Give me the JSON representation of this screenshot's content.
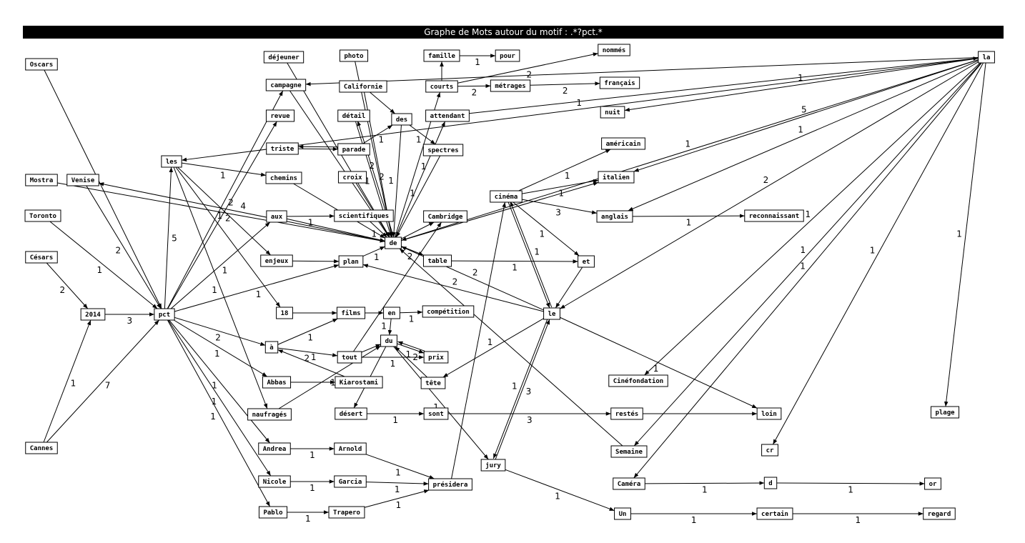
{
  "title": "Graphe de Mots autour du motif : .*?pct.*",
  "nodes": [
    {
      "id": "Oscars",
      "label": "Oscars"
    },
    {
      "id": "Mostra",
      "label": "Mostra"
    },
    {
      "id": "Venise",
      "label": "Venise"
    },
    {
      "id": "Toronto",
      "label": "Toronto"
    },
    {
      "id": "Cesars",
      "label": "Césars"
    },
    {
      "id": "2014",
      "label": "2014"
    },
    {
      "id": "Cannes",
      "label": "Cannes"
    },
    {
      "id": "pct",
      "label": "pct"
    },
    {
      "id": "les",
      "label": "les"
    },
    {
      "id": "dejeuner",
      "label": "déjeuner"
    },
    {
      "id": "campagne",
      "label": "campagne"
    },
    {
      "id": "revue",
      "label": "revue"
    },
    {
      "id": "triste",
      "label": "triste"
    },
    {
      "id": "chemins",
      "label": "chemins"
    },
    {
      "id": "aux",
      "label": "aux"
    },
    {
      "id": "enjeux",
      "label": "enjeux"
    },
    {
      "id": "18",
      "label": "18"
    },
    {
      "id": "a",
      "label": "à"
    },
    {
      "id": "Abbas",
      "label": "Abbas"
    },
    {
      "id": "naufrages",
      "label": "naufragés"
    },
    {
      "id": "Andrea",
      "label": "Andrea"
    },
    {
      "id": "Nicole",
      "label": "Nicole"
    },
    {
      "id": "Pablo",
      "label": "Pablo"
    },
    {
      "id": "photo",
      "label": "photo"
    },
    {
      "id": "Californie",
      "label": "Californie"
    },
    {
      "id": "detail",
      "label": "détail"
    },
    {
      "id": "parade",
      "label": "parade"
    },
    {
      "id": "croix",
      "label": "croix"
    },
    {
      "id": "scientifiques",
      "label": "scientifiques"
    },
    {
      "id": "plan",
      "label": "plan"
    },
    {
      "id": "films",
      "label": "films"
    },
    {
      "id": "tout",
      "label": "tout"
    },
    {
      "id": "Kiarostami",
      "label": "Kiarostami"
    },
    {
      "id": "desert",
      "label": "désert"
    },
    {
      "id": "Arnold",
      "label": "Arnold"
    },
    {
      "id": "Garcia",
      "label": "Garcia"
    },
    {
      "id": "Trapero",
      "label": "Trapero"
    },
    {
      "id": "famille",
      "label": "famille"
    },
    {
      "id": "pour",
      "label": "pour"
    },
    {
      "id": "courts",
      "label": "courts"
    },
    {
      "id": "metrages",
      "label": "métrages"
    },
    {
      "id": "des",
      "label": "des"
    },
    {
      "id": "attendant",
      "label": "attendant"
    },
    {
      "id": "spectres",
      "label": "spectres"
    },
    {
      "id": "de",
      "label": "de"
    },
    {
      "id": "Cambridge",
      "label": "Cambridge"
    },
    {
      "id": "table",
      "label": "table"
    },
    {
      "id": "en",
      "label": "en"
    },
    {
      "id": "competition",
      "label": "compétition"
    },
    {
      "id": "du",
      "label": "du"
    },
    {
      "id": "prix",
      "label": "prix"
    },
    {
      "id": "tete",
      "label": "tête"
    },
    {
      "id": "sont",
      "label": "sont"
    },
    {
      "id": "jury",
      "label": "jury"
    },
    {
      "id": "presidera",
      "label": "présidera"
    },
    {
      "id": "nommes",
      "label": "nommés"
    },
    {
      "id": "francais",
      "label": "français"
    },
    {
      "id": "nuit",
      "label": "nuit"
    },
    {
      "id": "americain",
      "label": "américain"
    },
    {
      "id": "italien",
      "label": "italien"
    },
    {
      "id": "cinema",
      "label": "cinéma"
    },
    {
      "id": "anglais",
      "label": "anglais"
    },
    {
      "id": "et",
      "label": "et"
    },
    {
      "id": "le",
      "label": "le"
    },
    {
      "id": "reconnaissant",
      "label": "reconnaissant"
    },
    {
      "id": "Cinefondation",
      "label": "Cinéfondation"
    },
    {
      "id": "restes",
      "label": "restés"
    },
    {
      "id": "loin",
      "label": "loin"
    },
    {
      "id": "Semaine",
      "label": "Semaine"
    },
    {
      "id": "cr",
      "label": "cr"
    },
    {
      "id": "Camera",
      "label": "Caméra"
    },
    {
      "id": "d",
      "label": "d"
    },
    {
      "id": "or",
      "label": "or"
    },
    {
      "id": "Un",
      "label": "Un"
    },
    {
      "id": "certain",
      "label": "certain"
    },
    {
      "id": "regard",
      "label": "regard"
    },
    {
      "id": "la",
      "label": "la"
    },
    {
      "id": "plage",
      "label": "plage"
    }
  ],
  "edges": [
    {
      "from": "2014",
      "to": "pct",
      "weight": "3"
    },
    {
      "from": "Cesars",
      "to": "2014",
      "weight": "2"
    },
    {
      "from": "Cannes",
      "to": "2014",
      "weight": "1"
    },
    {
      "from": "Cannes",
      "to": "pct",
      "weight": "7"
    },
    {
      "from": "Toronto",
      "to": "pct",
      "weight": "1"
    },
    {
      "from": "Oscars",
      "to": "pct",
      "weight": ""
    },
    {
      "from": "Mostra",
      "to": "de",
      "weight": ""
    },
    {
      "from": "Venise",
      "to": "pct",
      "weight": "2"
    },
    {
      "from": "de",
      "to": "Venise",
      "weight": "4"
    },
    {
      "from": "pct",
      "to": "les",
      "weight": "5"
    },
    {
      "from": "pct",
      "to": "aux",
      "weight": "1"
    },
    {
      "from": "pct",
      "to": "a",
      "weight": "2"
    },
    {
      "from": "pct",
      "to": "Abbas",
      "weight": "1"
    },
    {
      "from": "pct",
      "to": "Andrea",
      "weight": "1"
    },
    {
      "from": "pct",
      "to": "Nicole",
      "weight": "1"
    },
    {
      "from": "pct",
      "to": "Pablo",
      "weight": "1"
    },
    {
      "from": "pct",
      "to": "campagne",
      "weight": "2"
    },
    {
      "from": "pct",
      "to": "revue",
      "weight": "2"
    },
    {
      "from": "pct",
      "to": "plan",
      "weight": "1"
    },
    {
      "from": "les",
      "to": "chemins",
      "weight": "1"
    },
    {
      "from": "les",
      "to": "enjeux",
      "weight": "1"
    },
    {
      "from": "les",
      "to": "18",
      "weight": ""
    },
    {
      "from": "les",
      "to": "naufrages",
      "weight": "1"
    },
    {
      "from": "la",
      "to": "les",
      "weight": "1"
    },
    {
      "from": "aux",
      "to": "scientifiques",
      "weight": "1"
    },
    {
      "from": "aux",
      "to": "de",
      "weight": ""
    },
    {
      "from": "chemins",
      "to": "de",
      "weight": "1"
    },
    {
      "from": "enjeux",
      "to": "plan",
      "weight": ""
    },
    {
      "from": "18",
      "to": "films",
      "weight": ""
    },
    {
      "from": "a",
      "to": "tout",
      "weight": "2"
    },
    {
      "from": "a",
      "to": "films",
      "weight": "1"
    },
    {
      "from": "Kiarostami",
      "to": "a",
      "weight": "1"
    },
    {
      "from": "Abbas",
      "to": "Kiarostami",
      "weight": ""
    },
    {
      "from": "naufrages",
      "to": "du",
      "weight": "1"
    },
    {
      "from": "Andrea",
      "to": "Arnold",
      "weight": "1"
    },
    {
      "from": "Nicole",
      "to": "Garcia",
      "weight": "1"
    },
    {
      "from": "Pablo",
      "to": "Trapero",
      "weight": "1"
    },
    {
      "from": "Arnold",
      "to": "presidera",
      "weight": "1"
    },
    {
      "from": "Garcia",
      "to": "presidera",
      "weight": "1"
    },
    {
      "from": "Trapero",
      "to": "presidera",
      "weight": "1"
    },
    {
      "from": "presidera",
      "to": "cinema",
      "weight": ""
    },
    {
      "from": "campagne",
      "to": "de",
      "weight": ""
    },
    {
      "from": "dejeuner",
      "to": "de",
      "weight": ""
    },
    {
      "from": "photo",
      "to": "de",
      "weight": ""
    },
    {
      "from": "la",
      "to": "campagne",
      "weight": ""
    },
    {
      "from": "Californie",
      "to": "des",
      "weight": ""
    },
    {
      "from": "Californie",
      "to": "de",
      "weight": "2"
    },
    {
      "from": "detail",
      "to": "de",
      "weight": "1"
    },
    {
      "from": "de",
      "to": "detail",
      "weight": "2"
    },
    {
      "from": "parade",
      "to": "des",
      "weight": "1"
    },
    {
      "from": "triste",
      "to": "parade",
      "weight": ""
    },
    {
      "from": "parade",
      "to": "triste",
      "weight": ""
    },
    {
      "from": "croix",
      "to": "de",
      "weight": "1"
    },
    {
      "from": "scientifiques",
      "to": "de",
      "weight": "1"
    },
    {
      "from": "plan",
      "to": "de",
      "weight": "1"
    },
    {
      "from": "films",
      "to": "en",
      "weight": ""
    },
    {
      "from": "tout",
      "to": "du",
      "weight": ""
    },
    {
      "from": "tout",
      "to": "prix",
      "weight": "1"
    },
    {
      "from": "tout",
      "to": "Cambridge",
      "weight": ""
    },
    {
      "from": "desert",
      "to": "sont",
      "weight": "1"
    },
    {
      "from": "famille",
      "to": "pour",
      "weight": "1"
    },
    {
      "from": "courts",
      "to": "metrages",
      "weight": "2"
    },
    {
      "from": "courts",
      "to": "famille",
      "weight": ""
    },
    {
      "from": "courts",
      "to": "nommes",
      "weight": "2"
    },
    {
      "from": "metrages",
      "to": "francais",
      "weight": "2"
    },
    {
      "from": "des",
      "to": "spectres",
      "weight": "1"
    },
    {
      "from": "des",
      "to": "de",
      "weight": "1"
    },
    {
      "from": "attendant",
      "to": "la",
      "weight": ""
    },
    {
      "from": "spectres",
      "to": "de",
      "weight": "1"
    },
    {
      "from": "de",
      "to": "Cambridge",
      "weight": ""
    },
    {
      "from": "de",
      "to": "table",
      "weight": "2"
    },
    {
      "from": "de",
      "to": "italien",
      "weight": ""
    },
    {
      "from": "de",
      "to": "courts",
      "weight": "1"
    },
    {
      "from": "de",
      "to": "attendant",
      "weight": ""
    },
    {
      "from": "table",
      "to": "et",
      "weight": "1"
    },
    {
      "from": "en",
      "to": "competition",
      "weight": "1"
    },
    {
      "from": "en",
      "to": "du",
      "weight": "1"
    },
    {
      "from": "du",
      "to": "prix",
      "weight": "1"
    },
    {
      "from": "du",
      "to": "desert",
      "weight": ""
    },
    {
      "from": "du",
      "to": "jury",
      "weight": "1"
    },
    {
      "from": "prix",
      "to": "du",
      "weight": ""
    },
    {
      "from": "tete",
      "to": "du",
      "weight": "2"
    },
    {
      "from": "sont",
      "to": "restes",
      "weight": "3"
    },
    {
      "from": "restes",
      "to": "loin",
      "weight": ""
    },
    {
      "from": "jury",
      "to": "le",
      "weight": "3"
    },
    {
      "from": "le",
      "to": "jury",
      "weight": "1"
    },
    {
      "from": "jury",
      "to": "Un",
      "weight": "1"
    },
    {
      "from": "cinema",
      "to": "americain",
      "weight": "1"
    },
    {
      "from": "cinema",
      "to": "italien",
      "weight": "1"
    },
    {
      "from": "cinema",
      "to": "anglais",
      "weight": "3"
    },
    {
      "from": "cinema",
      "to": "et",
      "weight": "1"
    },
    {
      "from": "cinema",
      "to": "le",
      "weight": ""
    },
    {
      "from": "anglais",
      "to": "reconnaissant",
      "weight": "1"
    },
    {
      "from": "et",
      "to": "le",
      "weight": ""
    },
    {
      "from": "le",
      "to": "plan",
      "weight": "2"
    },
    {
      "from": "le",
      "to": "de",
      "weight": "2"
    },
    {
      "from": "le",
      "to": "tete",
      "weight": "1"
    },
    {
      "from": "le",
      "to": "loin",
      "weight": "1"
    },
    {
      "from": "le",
      "to": "cinema",
      "weight": "1"
    },
    {
      "from": "la",
      "to": "italien",
      "weight": "5"
    },
    {
      "from": "la",
      "to": "de",
      "weight": "1"
    },
    {
      "from": "la",
      "to": "nuit",
      "weight": "1"
    },
    {
      "from": "la",
      "to": "le",
      "weight": "2"
    },
    {
      "from": "la",
      "to": "Cinefondation",
      "weight": "1"
    },
    {
      "from": "la",
      "to": "Semaine",
      "weight": "1"
    },
    {
      "from": "la",
      "to": "Camera",
      "weight": "1"
    },
    {
      "from": "la",
      "to": "cr",
      "weight": "1"
    },
    {
      "from": "la",
      "to": "plage",
      "weight": "1"
    },
    {
      "from": "la",
      "to": "anglais",
      "weight": "1"
    },
    {
      "from": "Semaine",
      "to": "de",
      "weight": ""
    },
    {
      "from": "Camera",
      "to": "d",
      "weight": "1"
    },
    {
      "from": "d",
      "to": "or",
      "weight": "1"
    },
    {
      "from": "Un",
      "to": "certain",
      "weight": "1"
    },
    {
      "from": "certain",
      "to": "regard",
      "weight": "1"
    }
  ]
}
